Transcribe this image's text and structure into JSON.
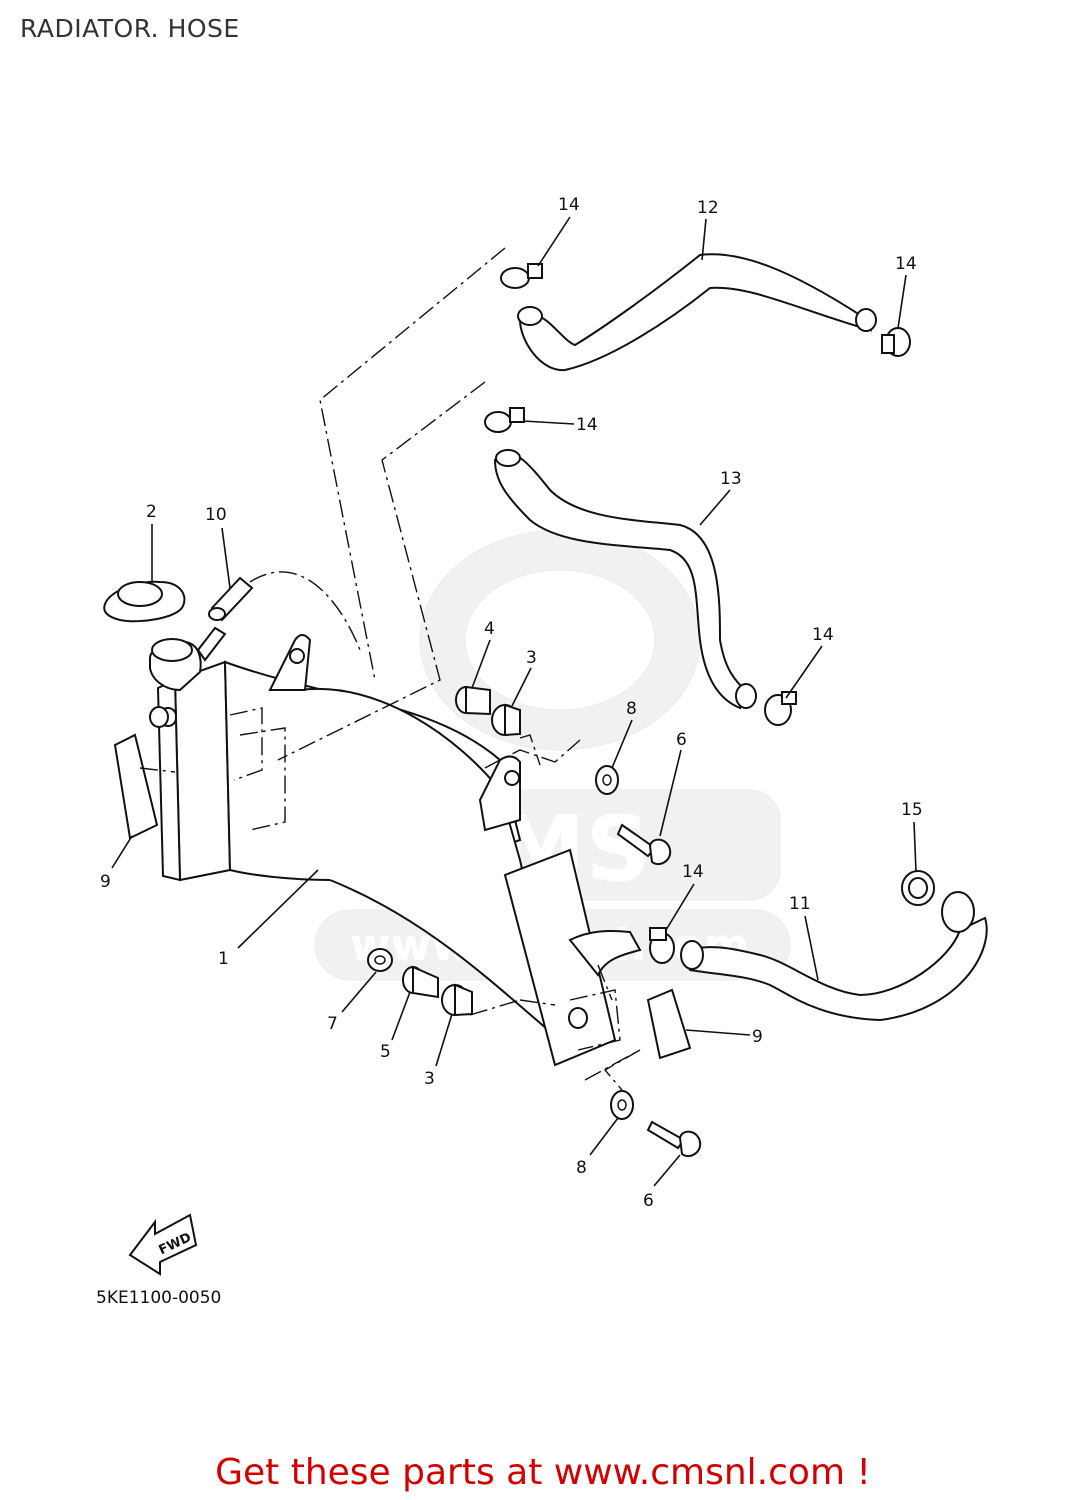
{
  "title": "RADIATOR. HOSE",
  "catalog_code": "5KE1100-0050",
  "fwd_label": "FWD",
  "promo_text": "Get these parts at www.cmsnl.com !",
  "watermark": {
    "text": "www.cmsnl.com",
    "logo_text": "CMS"
  },
  "colors": {
    "promo": "#d40000",
    "line": "#111111",
    "watermark": "#e6e6e6"
  },
  "callouts": [
    {
      "id": "c1",
      "label": "1"
    },
    {
      "id": "c2",
      "label": "2"
    },
    {
      "id": "c3a",
      "label": "3"
    },
    {
      "id": "c3b",
      "label": "3"
    },
    {
      "id": "c4",
      "label": "4"
    },
    {
      "id": "c5",
      "label": "5"
    },
    {
      "id": "c6a",
      "label": "6"
    },
    {
      "id": "c6b",
      "label": "6"
    },
    {
      "id": "c7",
      "label": "7"
    },
    {
      "id": "c8a",
      "label": "8"
    },
    {
      "id": "c8b",
      "label": "8"
    },
    {
      "id": "c9a",
      "label": "9"
    },
    {
      "id": "c9b",
      "label": "9"
    },
    {
      "id": "c10",
      "label": "10"
    },
    {
      "id": "c11",
      "label": "11"
    },
    {
      "id": "c12",
      "label": "12"
    },
    {
      "id": "c13",
      "label": "13"
    },
    {
      "id": "c14a",
      "label": "14"
    },
    {
      "id": "c14b",
      "label": "14"
    },
    {
      "id": "c14c",
      "label": "14"
    },
    {
      "id": "c14d",
      "label": "14"
    },
    {
      "id": "c14e",
      "label": "14"
    },
    {
      "id": "c15",
      "label": "15"
    }
  ]
}
